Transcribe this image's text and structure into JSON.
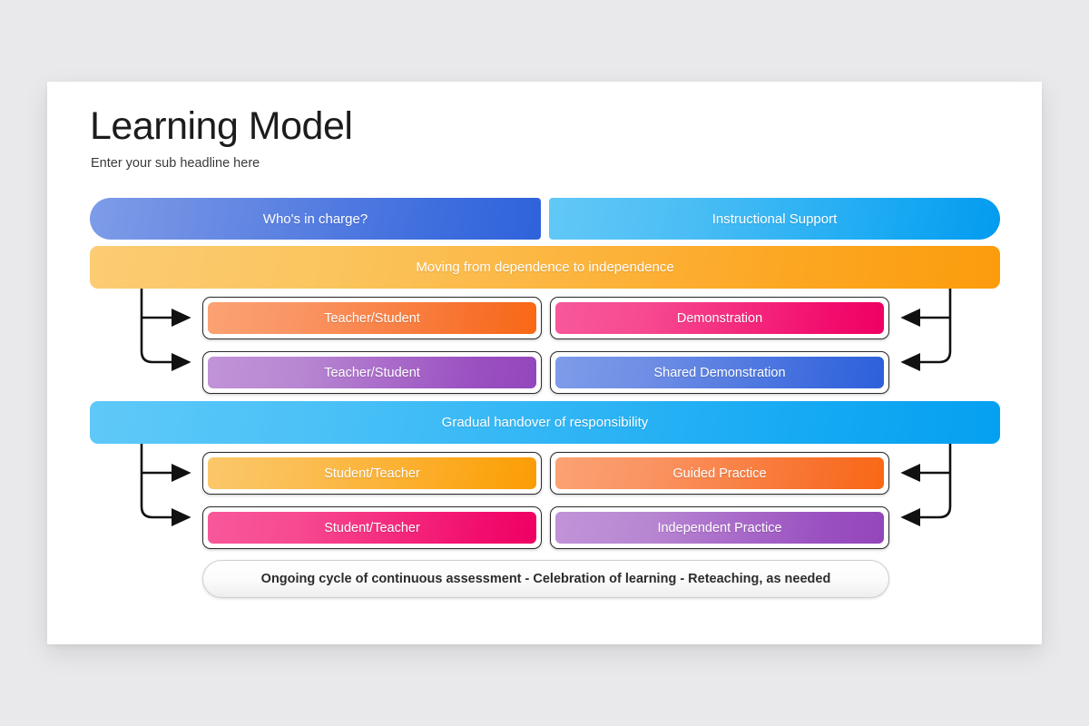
{
  "slide": {
    "title": "Learning Model",
    "subtitle": "Enter your sub headline here"
  },
  "headers": {
    "left": "Who's in charge?",
    "right": "Instructional Support"
  },
  "phase_bars": [
    {
      "label": "Moving from dependence to independence",
      "color": "#fca621"
    },
    {
      "label": "Gradual handover of responsibility",
      "color": "#14a9f3"
    }
  ],
  "rows": [
    {
      "left": "Teacher/Student",
      "right": "Demonstration",
      "left_color": "#f8702a",
      "right_color": "#f20e6e"
    },
    {
      "left": "Teacher/Student",
      "right": "Shared Demonstration",
      "left_color": "#9a4fc0",
      "right_color": "#3b6add"
    },
    {
      "left": "Student/Teacher",
      "right": "Guided Practice",
      "left_color": "#fca616",
      "right_color": "#f8702a"
    },
    {
      "left": "Student/Teacher",
      "right": "Independent Practice",
      "left_color": "#f20e6e",
      "right_color": "#9a4fc0"
    }
  ],
  "footer": {
    "label": "Ongoing cycle of continuous assessment  - Celebration of learning - Reteaching, as needed"
  }
}
